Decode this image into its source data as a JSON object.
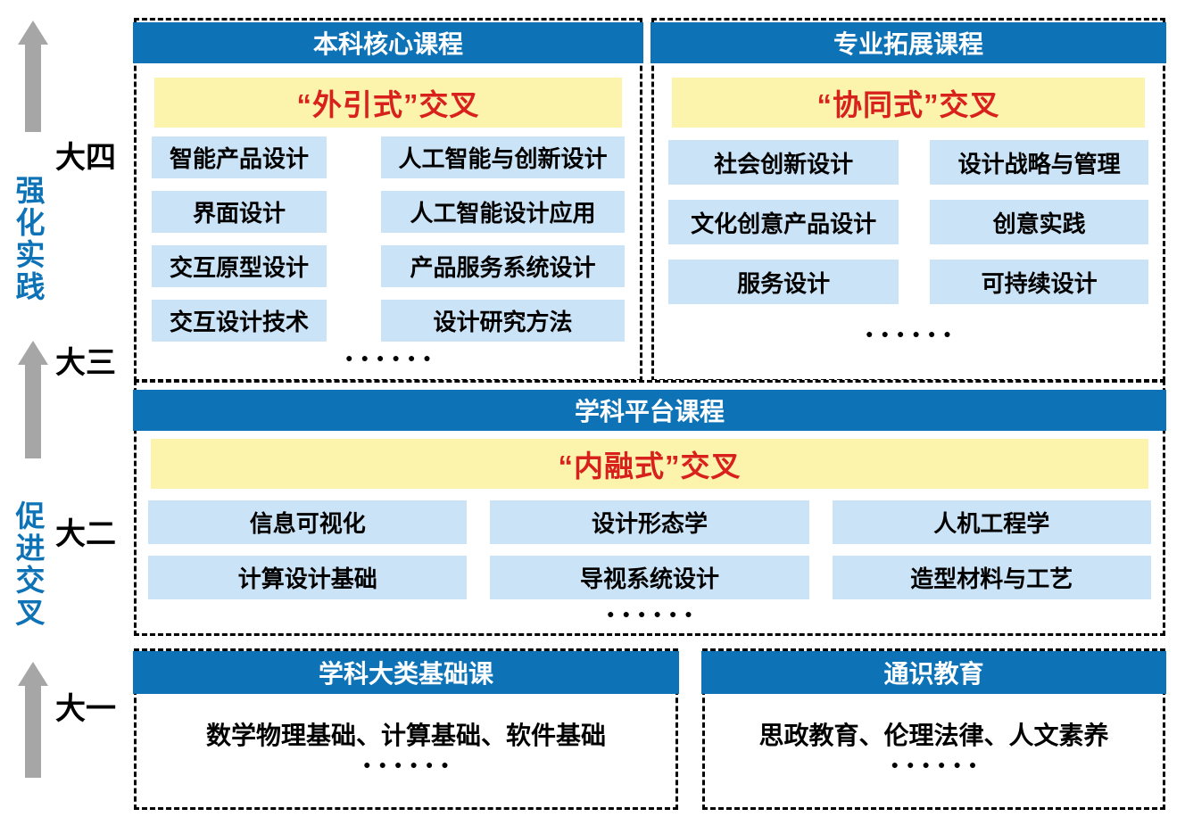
{
  "palette": {
    "header_blue": "#0d72b6",
    "chip_blue": "#cbe3f7",
    "banner_yellow": "#fcf3ac",
    "banner_red": "#d8211c",
    "arrow_gray": "#a6a6a6",
    "side_text_blue": "#0d72b6",
    "border_black": "#000000"
  },
  "left_rail": {
    "stage_top": "强化实践",
    "stage_bottom": "促进交叉",
    "years": [
      "大四",
      "大三",
      "大二",
      "大一"
    ]
  },
  "boxes": {
    "core": {
      "title": "本科核心课程",
      "banner": "“外引式”交叉",
      "courses": [
        [
          "智能产品设计",
          "人工智能与创新设计"
        ],
        [
          "界面设计",
          "人工智能设计应用"
        ],
        [
          "交互原型设计",
          "产品服务系统设计"
        ],
        [
          "交互设计技术",
          "设计研究方法"
        ]
      ],
      "more": "●●●●●●"
    },
    "expansion": {
      "title": "专业拓展课程",
      "banner": "“协同式”交叉",
      "courses": [
        [
          "社会创新设计",
          "设计战略与管理"
        ],
        [
          "文化创意产品设计",
          "创意实践"
        ],
        [
          "服务设计",
          "可持续设计"
        ]
      ],
      "more": "●●●●●●"
    },
    "platform": {
      "title": "学科平台课程",
      "banner": "“内融式”交叉",
      "courses": [
        [
          "信息可视化",
          "设计形态学",
          "人机工程学"
        ],
        [
          "计算设计基础",
          "导视系统设计",
          "造型材料与工艺"
        ]
      ],
      "more": "●●●●●●"
    },
    "foundation": {
      "title": "学科大类基础课",
      "body": "数学物理基础、计算基础、软件基础",
      "more": "●●●●●●"
    },
    "general": {
      "title": "通识教育",
      "body": "思政教育、伦理法律、人文素养",
      "more": "●●●●●●"
    }
  }
}
